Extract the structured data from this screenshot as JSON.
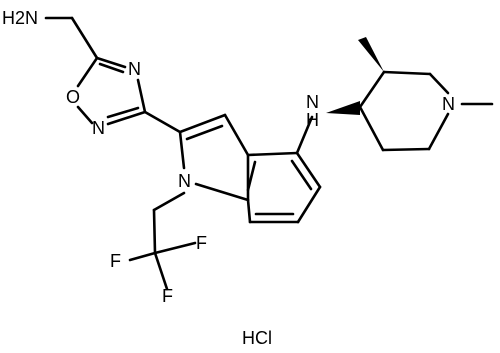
{
  "molecule": {
    "atoms": {
      "amine_nh2": "H2N",
      "oxadiazole_o": "O",
      "oxadiazole_n_top": "N",
      "oxadiazole_n_bottom": "N",
      "indole_n": "N",
      "amine_nh": "N",
      "amine_h": "H",
      "piperidine_n": "N",
      "fluorine_1": "F",
      "fluorine_2": "F",
      "fluorine_3": "F"
    },
    "salt": "HCl"
  }
}
